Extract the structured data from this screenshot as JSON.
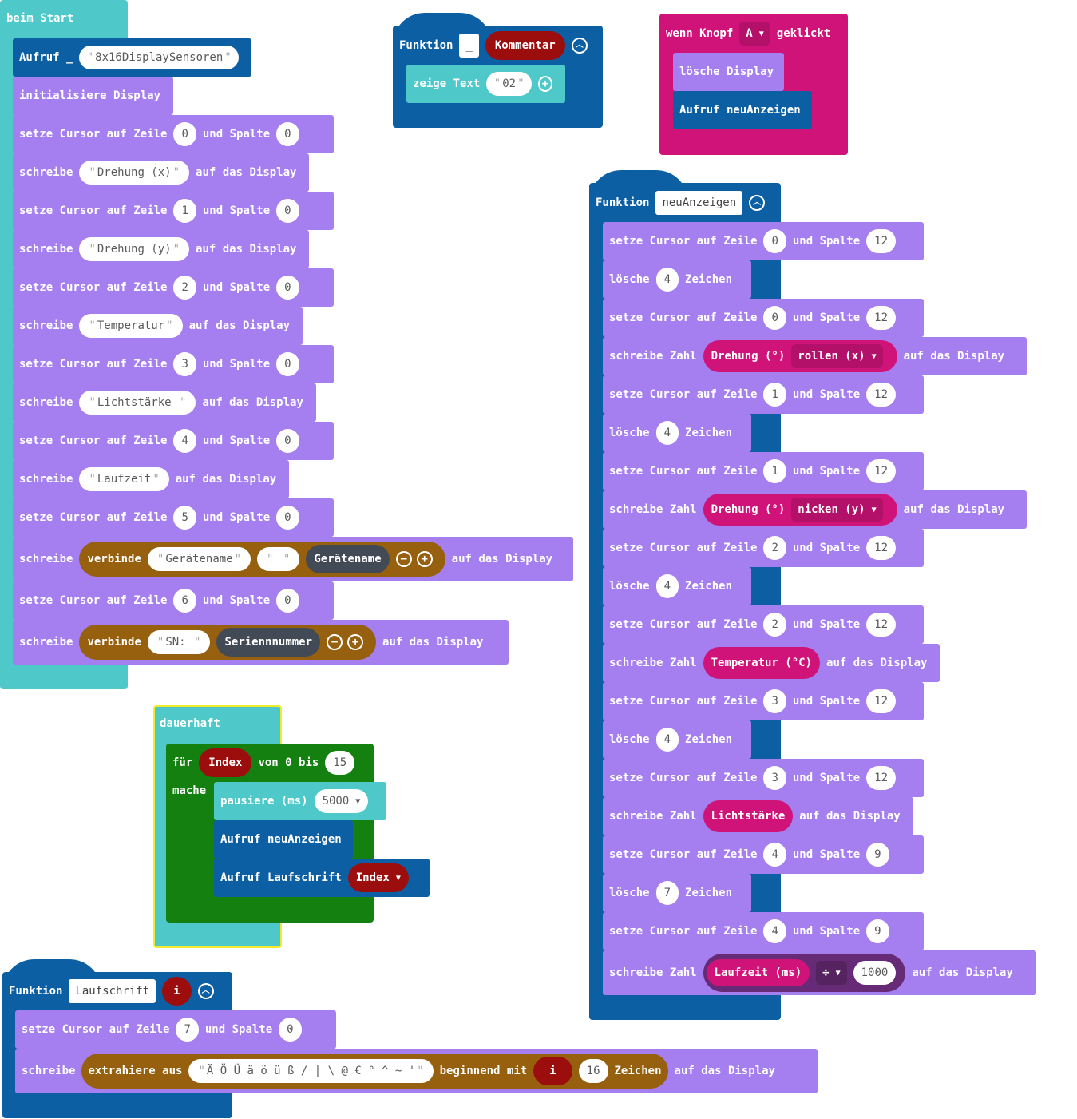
{
  "beim_start": {
    "title": "beim Start",
    "call_label": "Aufruf _",
    "call_arg": "8x16DisplaySensoren",
    "init_label": "initialisiere Display",
    "lines": [
      {
        "kind": "cursor",
        "row": "0",
        "col": "0"
      },
      {
        "kind": "text",
        "text": "Drehung (x)"
      },
      {
        "kind": "cursor",
        "row": "1",
        "col": "0"
      },
      {
        "kind": "text",
        "text": "Drehung (y)"
      },
      {
        "kind": "cursor",
        "row": "2",
        "col": "0"
      },
      {
        "kind": "text",
        "text": "Temperatur"
      },
      {
        "kind": "cursor",
        "row": "3",
        "col": "0"
      },
      {
        "kind": "text",
        "text": "Lichtstärke "
      },
      {
        "kind": "cursor",
        "row": "4",
        "col": "0"
      },
      {
        "kind": "text",
        "text": "Laufzeit"
      },
      {
        "kind": "cursor",
        "row": "5",
        "col": "0"
      },
      {
        "kind": "join",
        "a": "Gerätename",
        "b": " ",
        "c": "Gerätename"
      },
      {
        "kind": "cursor",
        "row": "6",
        "col": "0"
      },
      {
        "kind": "join2",
        "a": "SN: ",
        "c": "Seriennnummer"
      }
    ]
  },
  "labels": {
    "cursor_a": "setze Cursor auf Zeile",
    "cursor_b": "und Spalte",
    "write": "schreibe",
    "write_num": "schreibe Zahl",
    "on_display": "auf das Display",
    "join": "verbinde",
    "clear": "lösche",
    "chars": "Zeichen",
    "plus": "+",
    "minus": "−"
  },
  "kommentar_fn": {
    "title": "Funktion",
    "name": "_",
    "param": "Kommentar",
    "show_text": "zeige Text",
    "value": "02"
  },
  "button_event": {
    "label_a": "wenn Knopf",
    "button": "A",
    "label_b": "geklickt",
    "clear": "lösche Display",
    "call": "Aufruf neuAnzeigen"
  },
  "neu_fn": {
    "title": "Funktion",
    "name": "neuAnzeigen",
    "lines": [
      {
        "kind": "cursor",
        "row": "0",
        "col": "12"
      },
      {
        "kind": "clear",
        "n": "4"
      },
      {
        "kind": "cursor",
        "row": "0",
        "col": "12"
      },
      {
        "kind": "num_rot",
        "sensor": "Drehung (°)",
        "axis": "rollen (x)"
      },
      {
        "kind": "cursor",
        "row": "1",
        "col": "12"
      },
      {
        "kind": "clear",
        "n": "4"
      },
      {
        "kind": "cursor",
        "row": "1",
        "col": "12"
      },
      {
        "kind": "num_rot",
        "sensor": "Drehung (°)",
        "axis": "nicken (y)"
      },
      {
        "kind": "cursor",
        "row": "2",
        "col": "12"
      },
      {
        "kind": "clear",
        "n": "4"
      },
      {
        "kind": "cursor",
        "row": "2",
        "col": "12"
      },
      {
        "kind": "num",
        "sensor": "Temperatur (°C)"
      },
      {
        "kind": "cursor",
        "row": "3",
        "col": "12"
      },
      {
        "kind": "clear",
        "n": "4"
      },
      {
        "kind": "cursor",
        "row": "3",
        "col": "12"
      },
      {
        "kind": "num",
        "sensor": "Lichtstärke"
      },
      {
        "kind": "cursor",
        "row": "4",
        "col": "9"
      },
      {
        "kind": "clear",
        "n": "7"
      },
      {
        "kind": "cursor",
        "row": "4",
        "col": "9"
      },
      {
        "kind": "num_div",
        "sensor": "Laufzeit (ms)",
        "op": "÷",
        "divisor": "1000"
      }
    ]
  },
  "forever": {
    "title": "dauerhaft",
    "for": "für",
    "var": "Index",
    "from_to": "von 0 bis",
    "to": "15",
    "do": "mache",
    "pause": "pausiere (ms)",
    "pause_val": "5000",
    "call1": "Aufruf neuAnzeigen",
    "call2": "Aufruf Laufschrift",
    "call2_arg": "Index"
  },
  "lauf_fn": {
    "title": "Funktion",
    "name": "Laufschrift",
    "param": "i",
    "row": "7",
    "col": "0",
    "extract": "extrahiere aus",
    "source": "Ä Ö Ü ä ö ü ß / | \\ @ € ° ^ ~ ' ",
    "starting": "beginnend mit",
    "var": "i",
    "count": "16",
    "chars": "Zeichen"
  }
}
